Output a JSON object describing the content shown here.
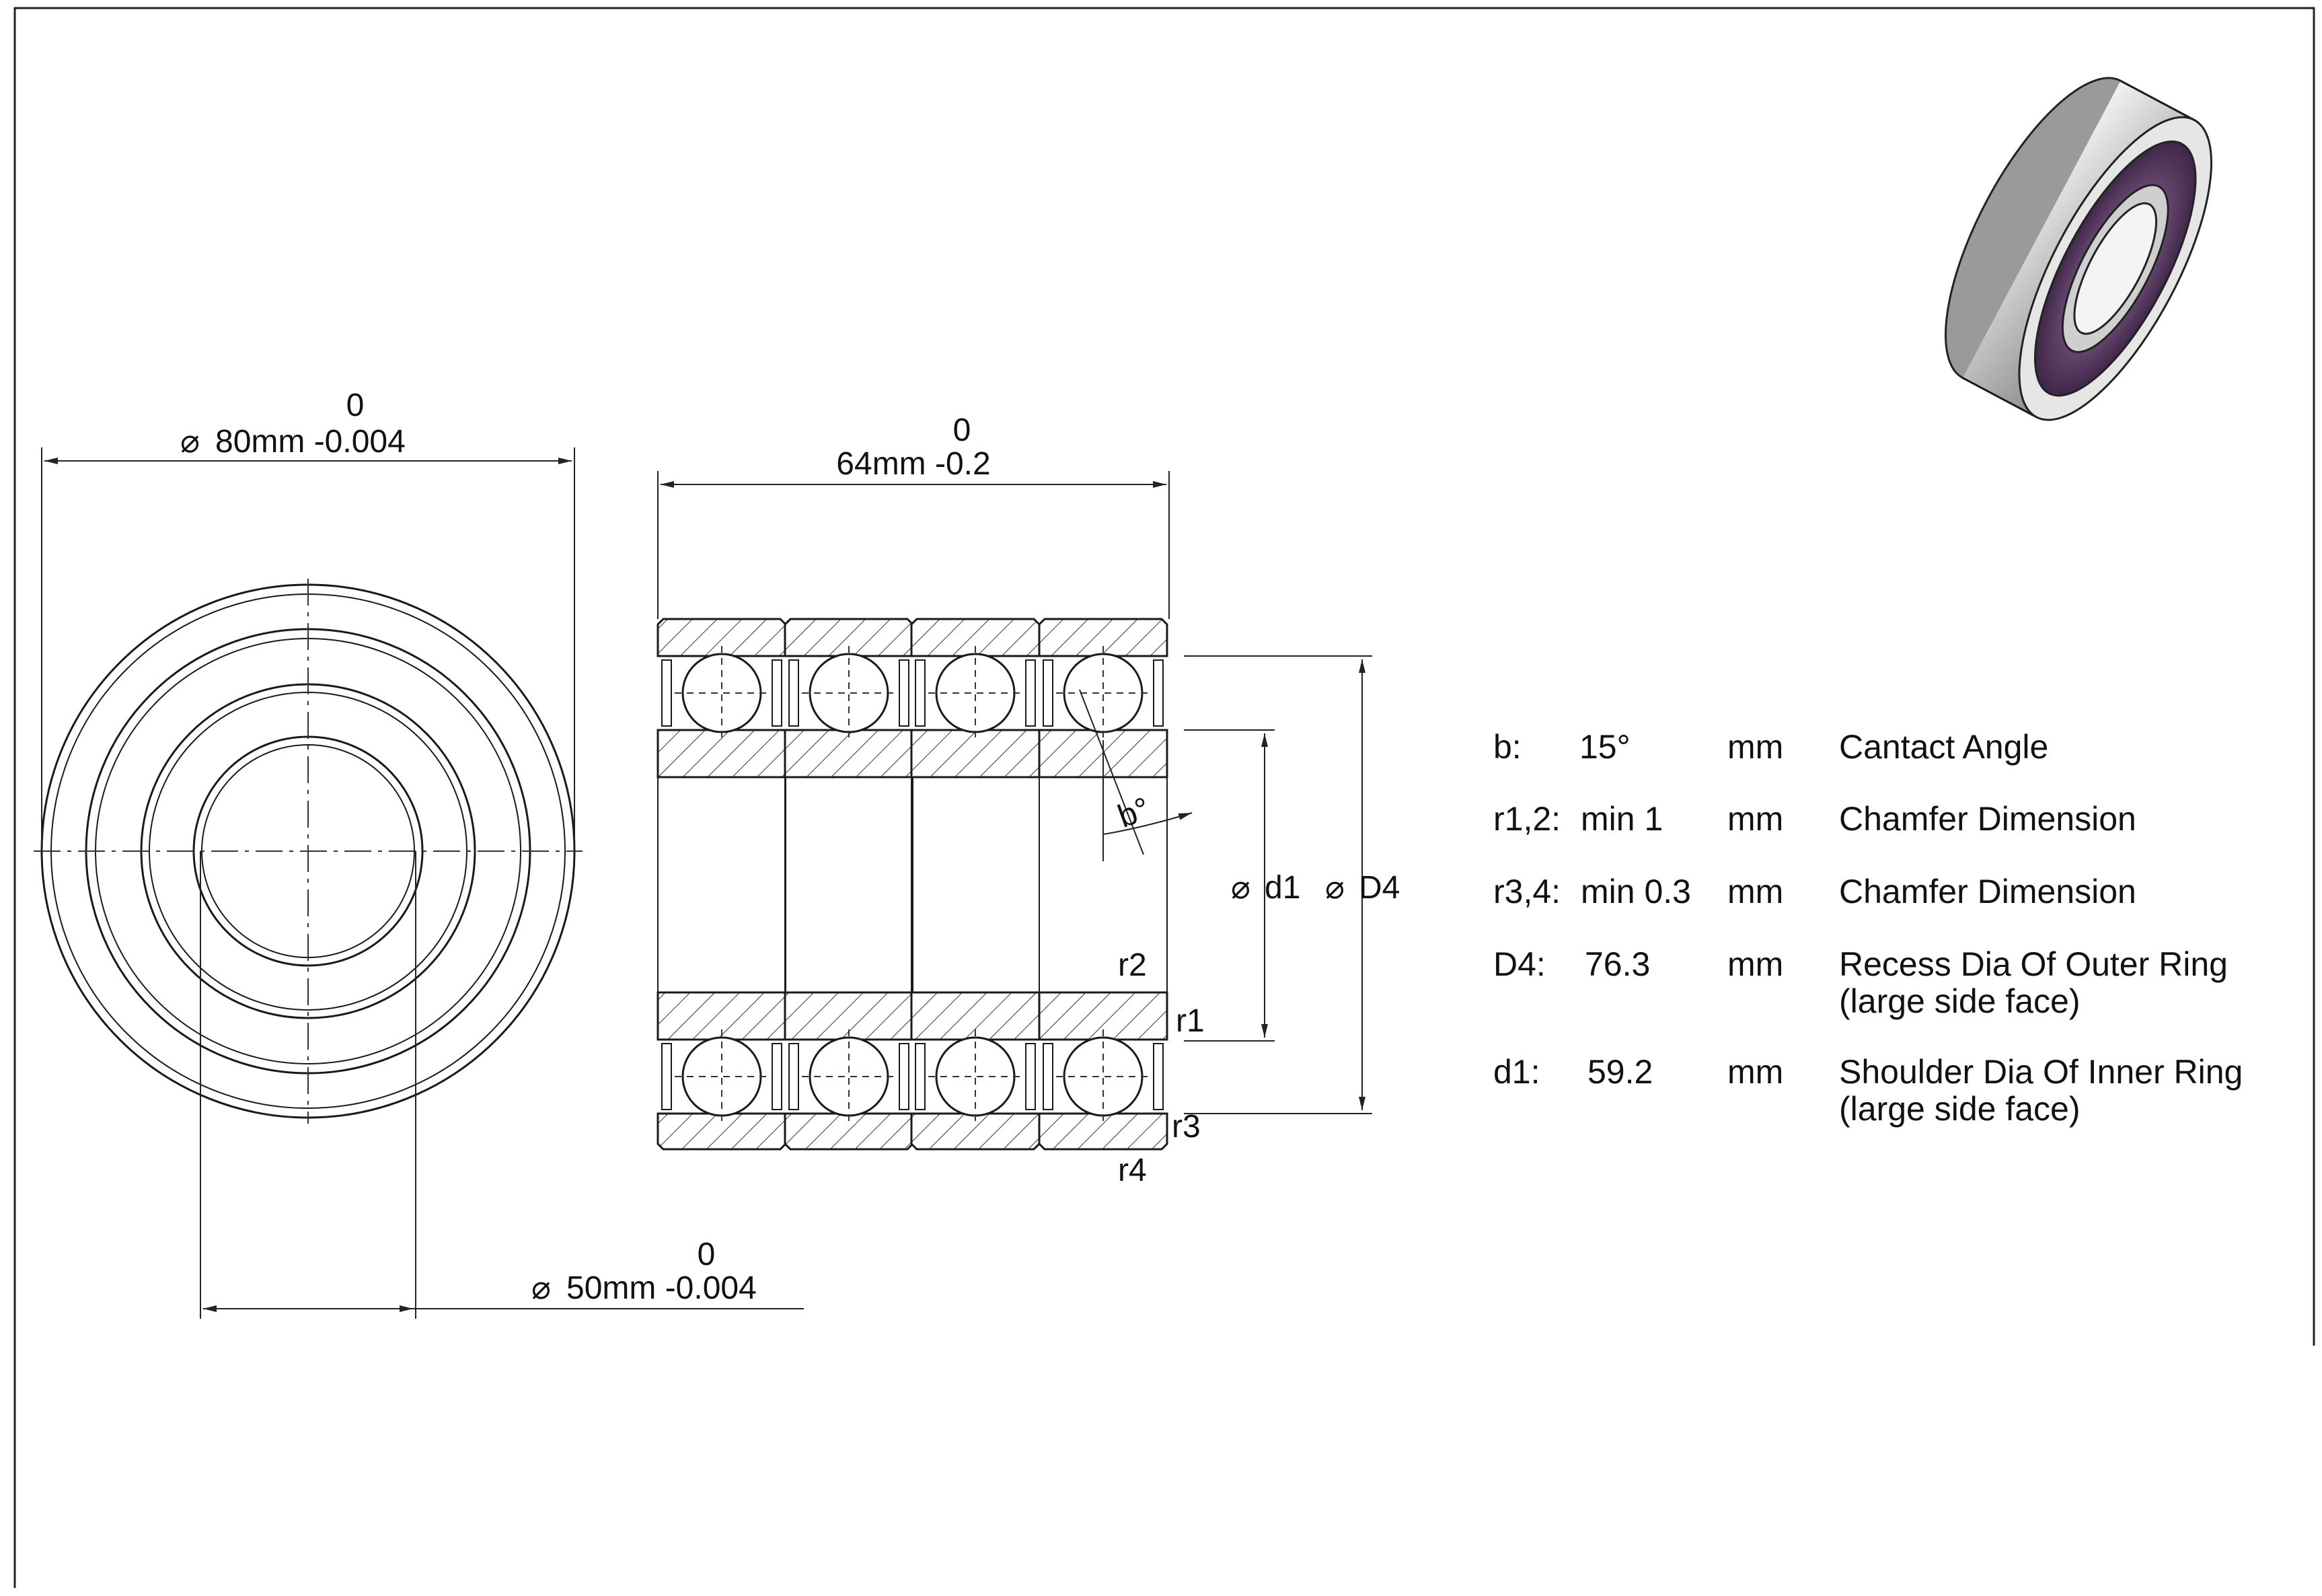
{
  "front_view": {
    "outer_dia_tol_upper": "0",
    "outer_dia_label": "80mm -0.004",
    "bore_dia_tol_upper": "0",
    "bore_dia_label": "50mm -0.004"
  },
  "section_view": {
    "width_tol_upper": "0",
    "width_label": "64mm -0.2",
    "angle_label": "b°",
    "d1_label": "d1",
    "D4_label": "D4",
    "r1": "r1",
    "r2": "r2",
    "r3": "r3",
    "r4": "r4"
  },
  "specs": [
    {
      "symbol": "b:",
      "value": "15°",
      "unit": "mm",
      "desc": "Cantact Angle",
      "desc2": ""
    },
    {
      "symbol": "r1,2:",
      "value": "min 1",
      "unit": "mm",
      "desc": "Chamfer Dimension",
      "desc2": ""
    },
    {
      "symbol": "r3,4:",
      "value": "min 0.3",
      "unit": "mm",
      "desc": "Chamfer Dimension",
      "desc2": ""
    },
    {
      "symbol": "D4:",
      "value": "76.3",
      "unit": "mm",
      "desc": "Recess Dia Of Outer Ring",
      "desc2": "(large side face)"
    },
    {
      "symbol": "d1:",
      "value": "59.2",
      "unit": "mm",
      "desc": "Shoulder Dia Of Inner Ring",
      "desc2": "(large side face)"
    }
  ],
  "colors": {
    "line": "#1a1a1a",
    "seal": "#5a3a62",
    "ring_metal": "#c9c9c9"
  }
}
